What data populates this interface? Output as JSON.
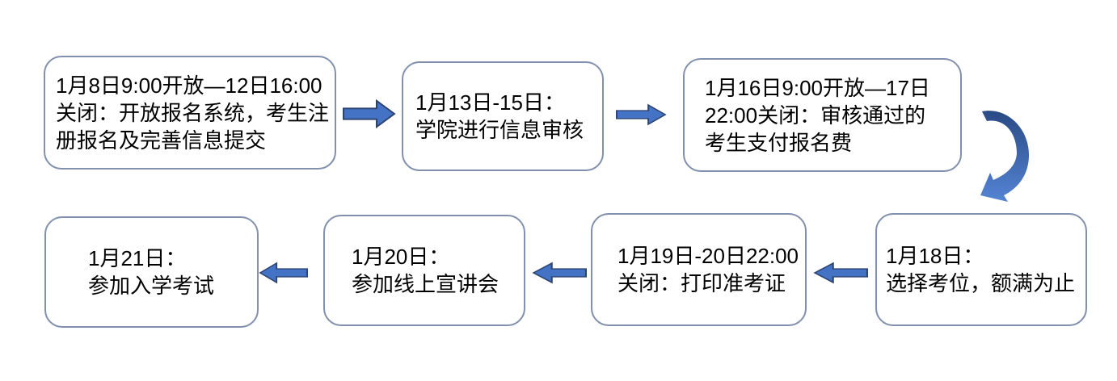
{
  "diagram": {
    "type": "flowchart",
    "description": "January admission registration timeline, 7 steps connected by arrows"
  },
  "colors": {
    "background": "#ffffff",
    "box_border": "#8090ad",
    "text": "#000000",
    "arrow_fill": "#4472c4",
    "arrow_stroke": "#2c4470",
    "curved_arrow_top": "#2a4a84",
    "curved_arrow_bottom": "#5484d4"
  },
  "flow": {
    "steps": [
      {
        "id": 1,
        "lines": [
          "1月8日9:00开放—12日16:00",
          "关闭：开放报名系统，考生注",
          "册报名及完善信息提交"
        ]
      },
      {
        "id": 2,
        "lines": [
          "1月13日-15日：",
          "学院进行信息审核"
        ]
      },
      {
        "id": 3,
        "lines": [
          "1月16日9:00开放—17日",
          "22:00关闭：审核通过的",
          "考生支付报名费"
        ]
      },
      {
        "id": 4,
        "lines": [
          "1月18日：",
          "选择考位，额满为止"
        ]
      },
      {
        "id": 5,
        "lines": [
          "1月19日-20日22:00",
          "关闭：打印准考证"
        ]
      },
      {
        "id": 6,
        "lines": [
          "1月20日：",
          "参加线上宣讲会"
        ]
      },
      {
        "id": 7,
        "lines": [
          "1月21日：",
          "参加入学考试"
        ]
      }
    ],
    "arrows": [
      {
        "from": 1,
        "to": 2,
        "direction": "right"
      },
      {
        "from": 2,
        "to": 3,
        "direction": "right"
      },
      {
        "from": 3,
        "to": 4,
        "direction": "curved-down"
      },
      {
        "from": 4,
        "to": 5,
        "direction": "left"
      },
      {
        "from": 5,
        "to": 6,
        "direction": "left"
      },
      {
        "from": 6,
        "to": 7,
        "direction": "left"
      }
    ]
  }
}
